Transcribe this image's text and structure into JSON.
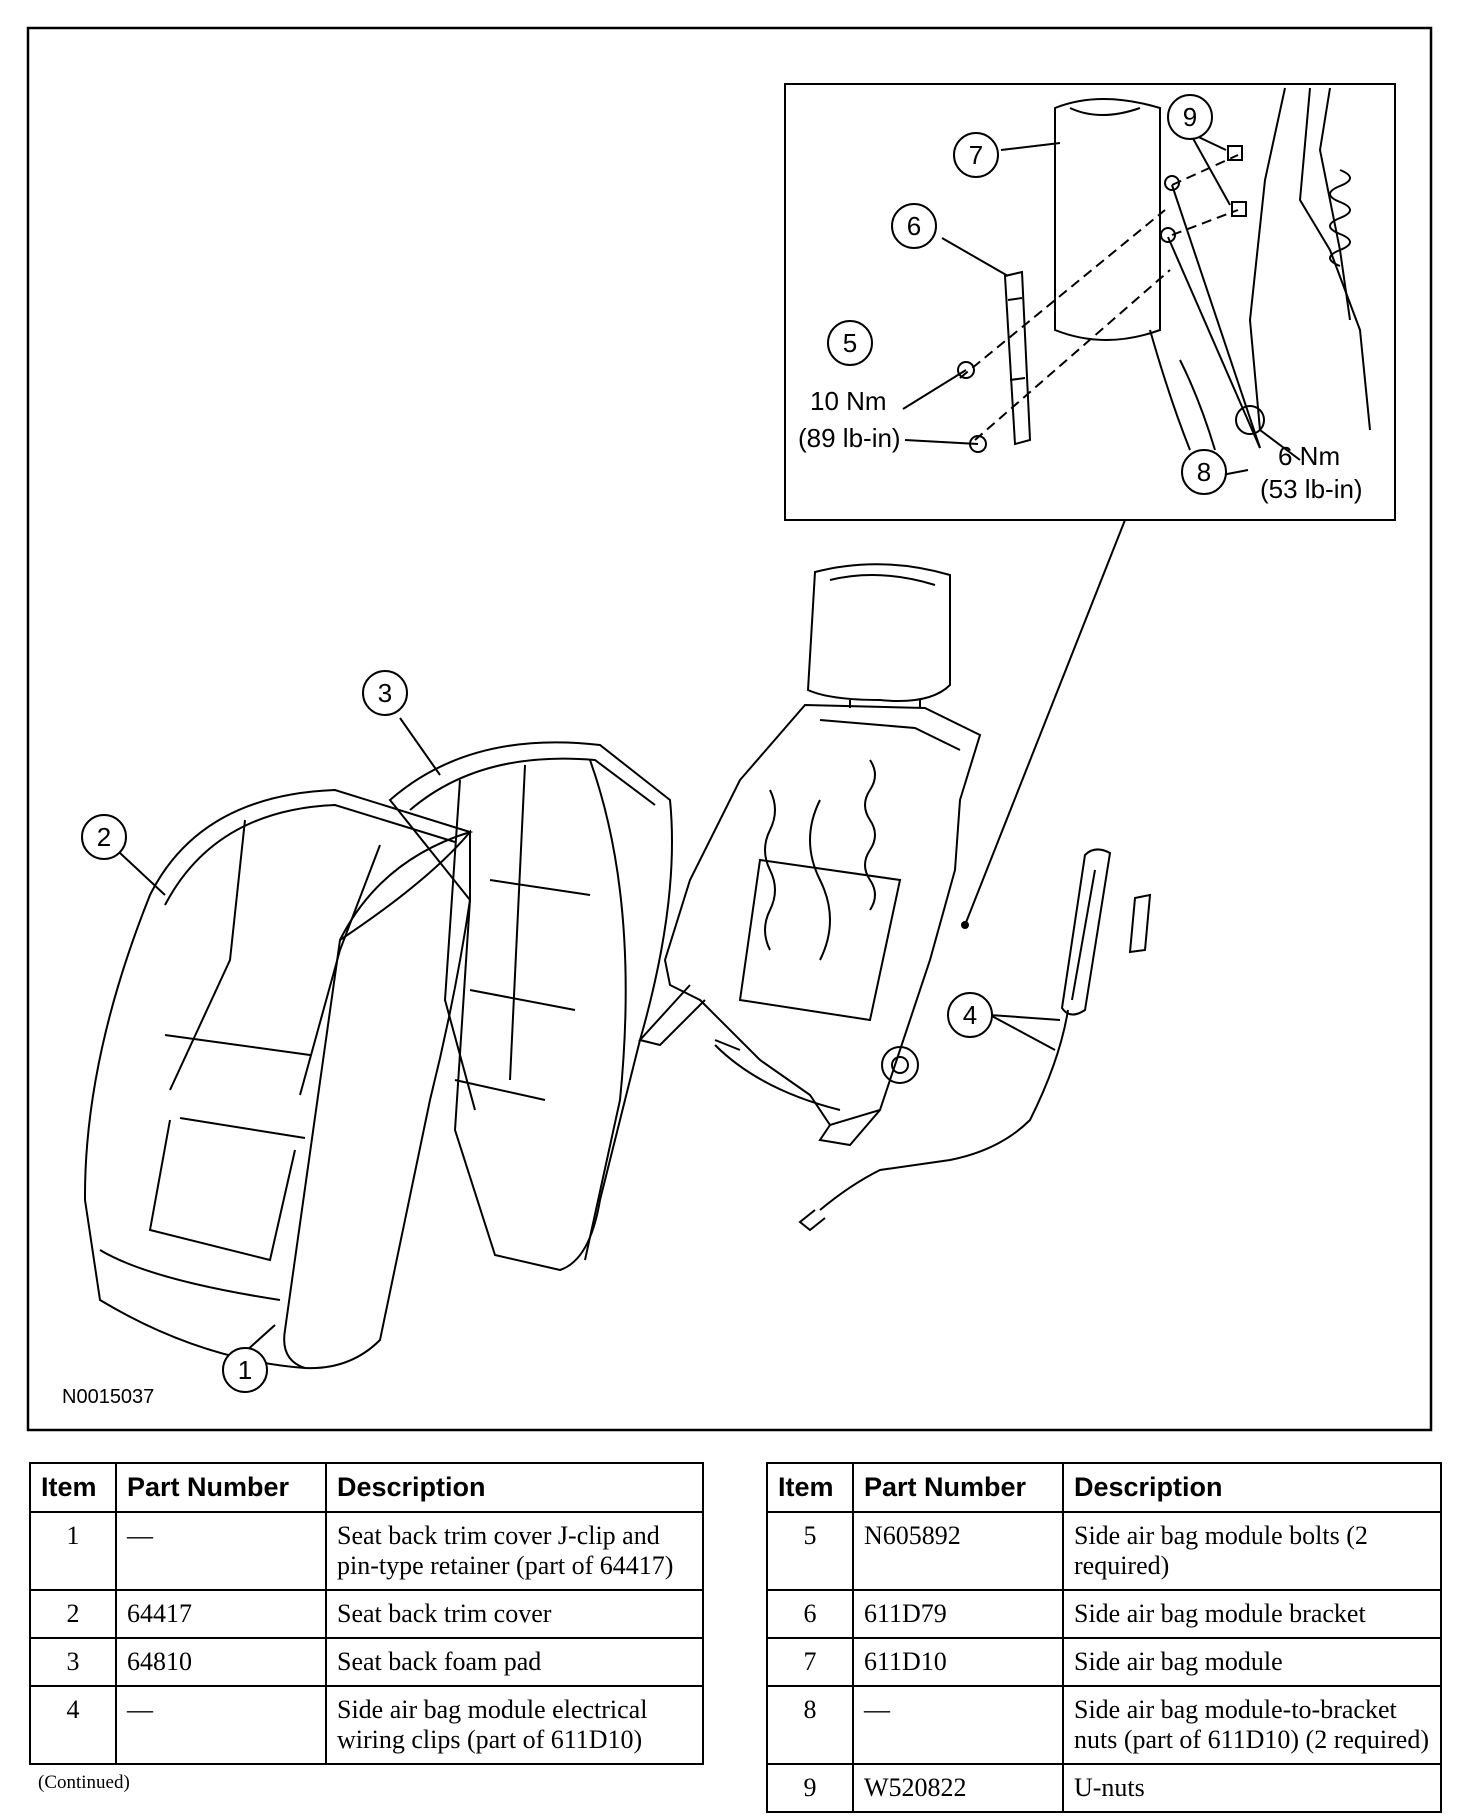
{
  "figure": {
    "id_label": "N0015037",
    "callouts": [
      "1",
      "2",
      "3",
      "4",
      "5",
      "6",
      "7",
      "8",
      "9"
    ],
    "torque_left": {
      "nm": "10 Nm",
      "lbin": "(89 lb-in)"
    },
    "torque_right": {
      "nm": "6 Nm",
      "lbin": "(53 lb-in)"
    }
  },
  "table_left": {
    "headers": {
      "item": "Item",
      "part": "Part Number",
      "desc": "Description"
    },
    "rows": [
      {
        "item": "1",
        "part": "—",
        "desc": "Seat back trim cover J-clip and pin-type retainer (part of 64417)"
      },
      {
        "item": "2",
        "part": "64417",
        "desc": "Seat back trim cover"
      },
      {
        "item": "3",
        "part": "64810",
        "desc": "Seat back foam pad"
      },
      {
        "item": "4",
        "part": "—",
        "desc": "Side air bag module electrical wiring clips (part of 611D10)"
      }
    ]
  },
  "table_right": {
    "headers": {
      "item": "Item",
      "part": "Part Number",
      "desc": "Description"
    },
    "rows": [
      {
        "item": "5",
        "part": "N605892",
        "desc": "Side air bag module bolts (2 required)"
      },
      {
        "item": "6",
        "part": "611D79",
        "desc": "Side air bag module bracket"
      },
      {
        "item": "7",
        "part": "611D10",
        "desc": "Side air bag module"
      },
      {
        "item": "8",
        "part": "—",
        "desc": "Side air bag module-to-bracket nuts (part of 611D10) (2 required)"
      },
      {
        "item": "9",
        "part": "W520822",
        "desc": "U-nuts"
      }
    ]
  },
  "footer": {
    "continued": "(Continued)"
  }
}
